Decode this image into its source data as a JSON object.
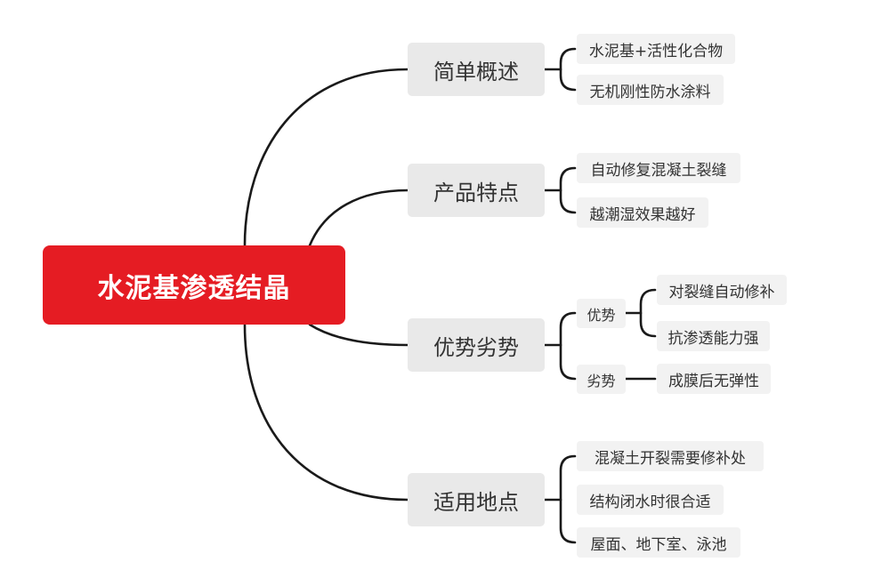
{
  "mindmap": {
    "root": "水泥基渗透结晶",
    "branches": [
      {
        "label": "简单概述",
        "items": [
          "水泥基+活性化合物",
          "无机刚性防水涂料"
        ]
      },
      {
        "label": "产品特点",
        "items": [
          "自动修复混凝土裂缝",
          "越潮湿效果越好"
        ]
      },
      {
        "label": "优势劣势",
        "groups": [
          {
            "label": "优势",
            "items": [
              "对裂缝自动修补",
              "抗渗透能力强"
            ]
          },
          {
            "label": "劣势",
            "items": [
              "成膜后无弹性"
            ]
          }
        ]
      },
      {
        "label": "适用地点",
        "items": [
          "混凝土开裂需要修补处",
          "结构闭水时很合适",
          "屋面、地下室、泳池"
        ]
      }
    ]
  },
  "colors": {
    "root_bg": "#e51c23",
    "root_text": "#ffffff",
    "branch_bg": "#e9e9e9",
    "leaf_bg": "#f2f2f2",
    "connector": "#1a1a1a"
  }
}
